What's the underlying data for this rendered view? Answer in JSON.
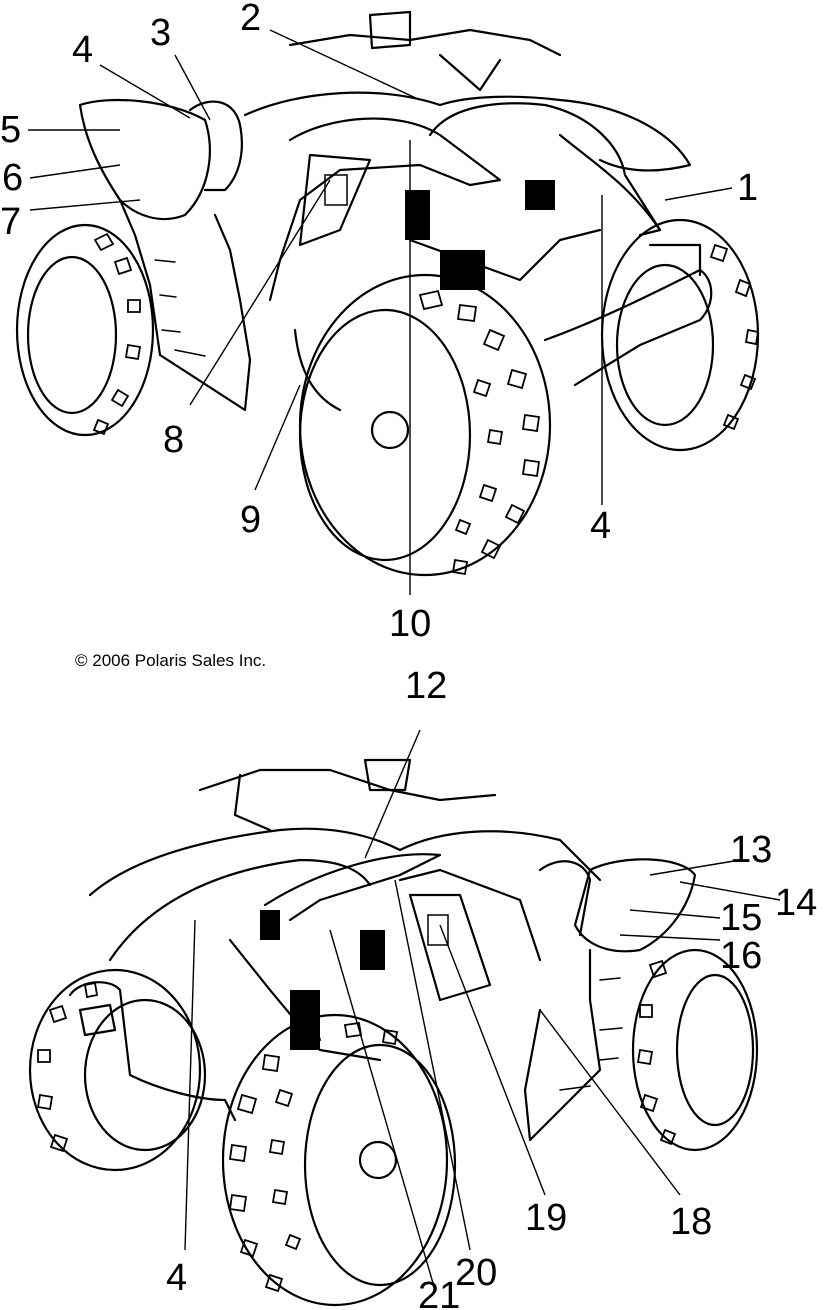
{
  "copyright": "© 2006 Polaris Sales Inc.",
  "top_view": {
    "callouts": [
      "1",
      "2",
      "3",
      "4",
      "5",
      "6",
      "7",
      "8",
      "9",
      "10",
      "4"
    ]
  },
  "bottom_view": {
    "callouts": [
      "12",
      "13",
      "14",
      "15",
      "16",
      "18",
      "19",
      "20",
      "21",
      "4"
    ]
  }
}
